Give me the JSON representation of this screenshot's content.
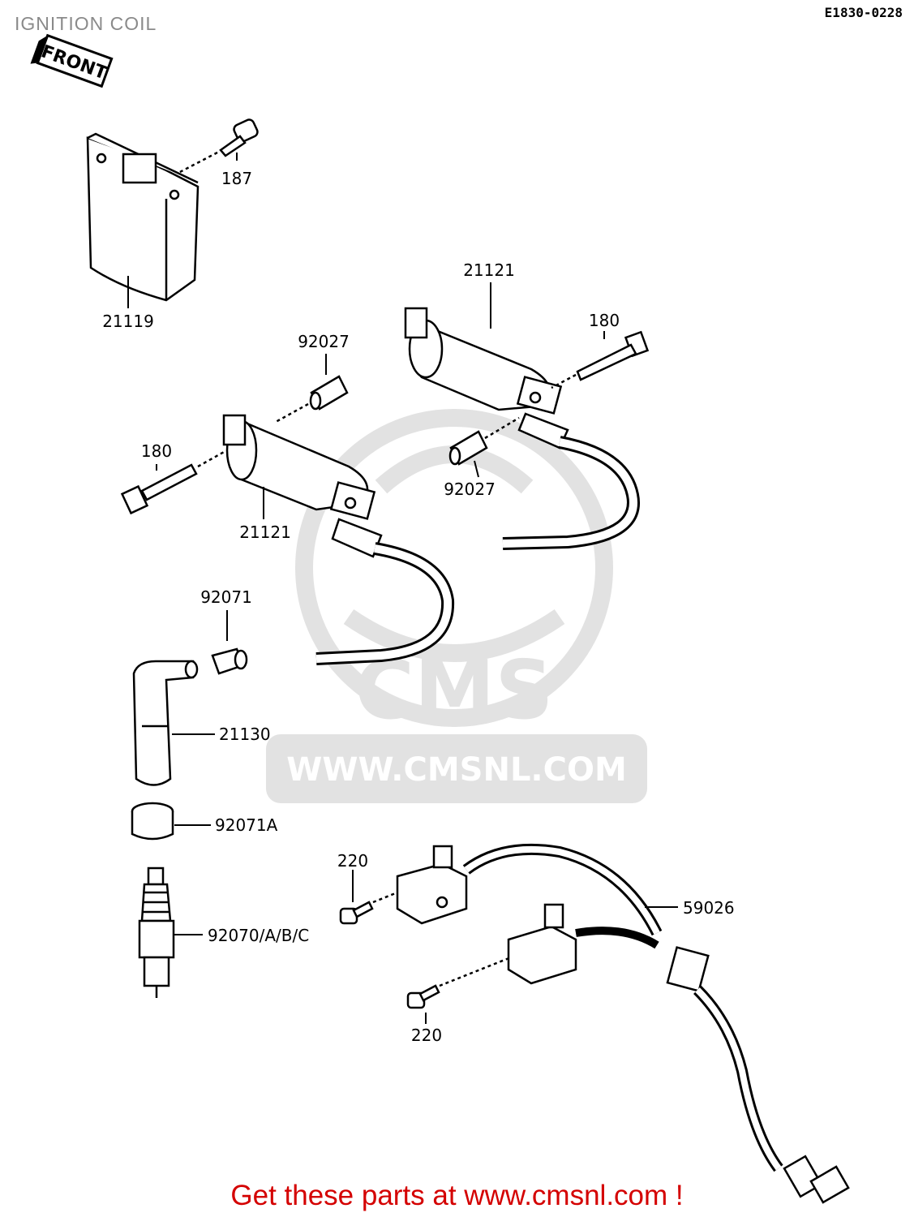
{
  "header": {
    "title": "IGNITION COIL",
    "ref_code": "E1830-0228",
    "front_tag": "FRONT"
  },
  "watermark": {
    "brand": "CMS",
    "url": "WWW.CMSNL.COM"
  },
  "parts": [
    {
      "id": "187",
      "label": "187"
    },
    {
      "id": "21119",
      "label": "21119"
    },
    {
      "id": "21121-rear",
      "label": "21121"
    },
    {
      "id": "180-right",
      "label": "180"
    },
    {
      "id": "92027-upper",
      "label": "92027"
    },
    {
      "id": "180-left",
      "label": "180"
    },
    {
      "id": "92027-lower",
      "label": "92027"
    },
    {
      "id": "21121-front",
      "label": "21121"
    },
    {
      "id": "92071",
      "label": "92071"
    },
    {
      "id": "21130",
      "label": "21130"
    },
    {
      "id": "92071A",
      "label": "92071A"
    },
    {
      "id": "92070",
      "label": "92070/A/B/C"
    },
    {
      "id": "220-upper",
      "label": "220"
    },
    {
      "id": "220-lower",
      "label": "220"
    },
    {
      "id": "59026",
      "label": "59026"
    }
  ],
  "footer": {
    "cta": "Get these parts at www.cmsnl.com !"
  }
}
